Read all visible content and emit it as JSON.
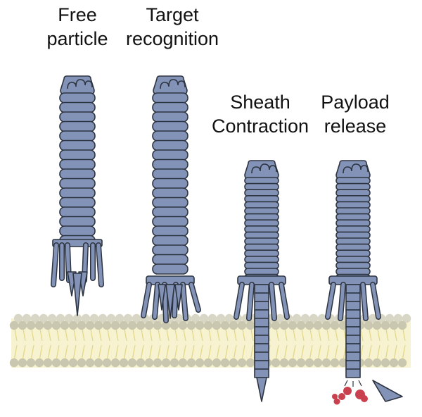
{
  "stages": [
    {
      "line1": "Free",
      "line2": "particle"
    },
    {
      "line1": "Target",
      "line2": "recognition"
    },
    {
      "line1": "Sheath",
      "line2": "Contraction"
    },
    {
      "line1": "Payload",
      "line2": "release"
    }
  ],
  "colors": {
    "structure": "#8393b8",
    "outline": "#2d3440",
    "membrane_head": "#c9c7b0",
    "membrane_tail": "#e3d98a",
    "payload": "#c9404f"
  }
}
